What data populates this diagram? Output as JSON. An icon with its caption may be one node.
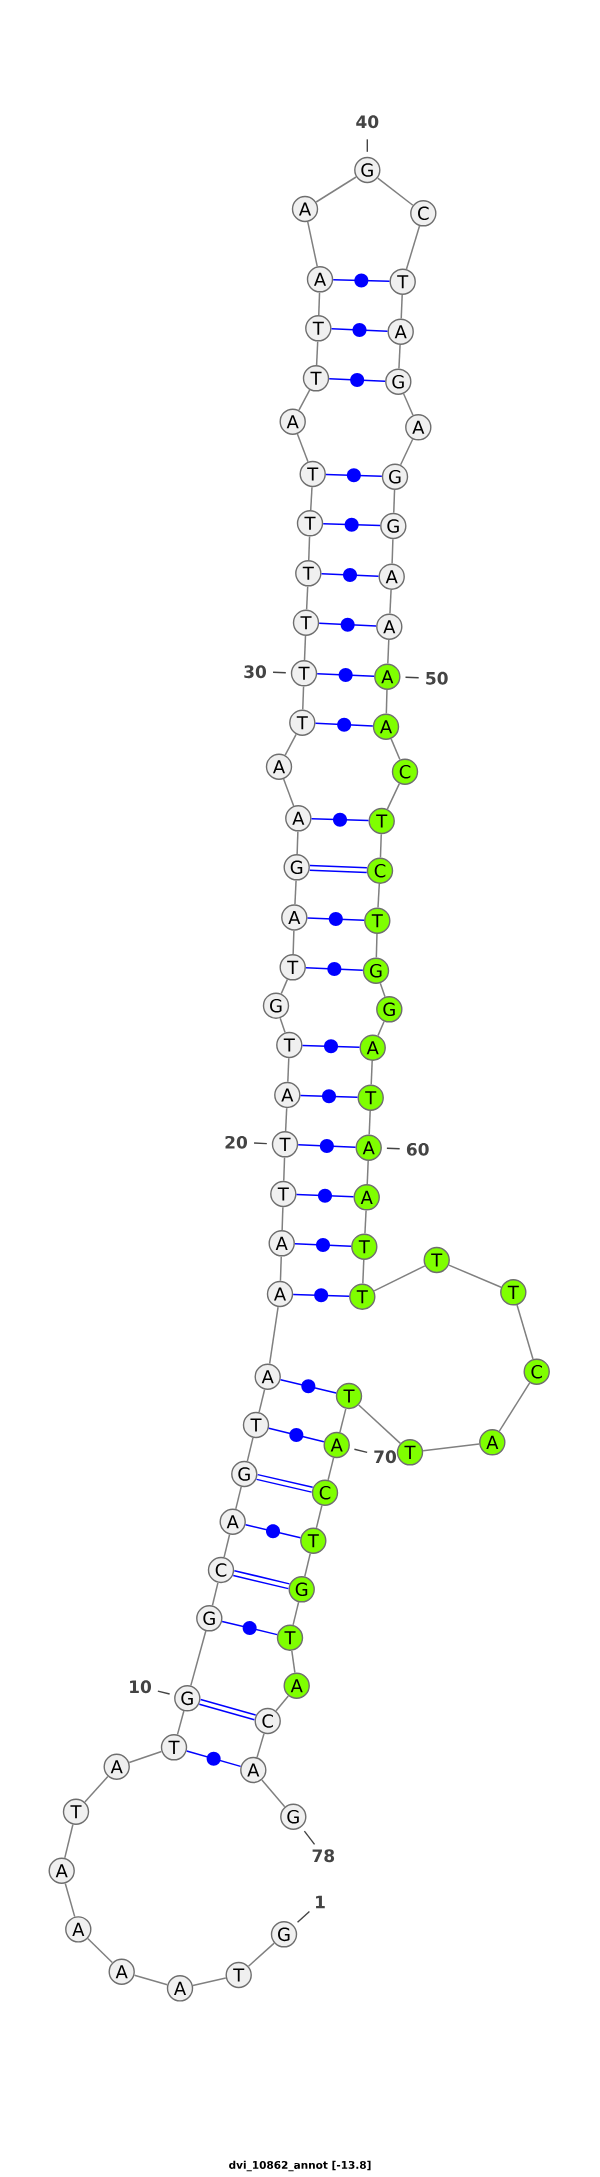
{
  "diagram": {
    "caption": "dvi_10862_annot [-13.8]",
    "nodes": [
      {
        "text": [
          "G"
        ]
      },
      {
        "text": [
          "T"
        ]
      },
      {
        "text": [
          "A"
        ]
      },
      {
        "text": [
          "A"
        ]
      },
      {
        "text": [
          "A"
        ]
      },
      {
        "text": [
          "A"
        ]
      },
      {
        "text": [
          "T"
        ]
      },
      {
        "text": [
          "A"
        ]
      },
      {
        "text": [
          "T"
        ]
      },
      {
        "text": [
          "G"
        ]
      },
      {
        "text": [
          "G"
        ]
      },
      {
        "text": [
          "C"
        ]
      },
      {
        "text": [
          "A"
        ]
      },
      {
        "text": [
          "G"
        ]
      },
      {
        "text": [
          "T"
        ]
      },
      {
        "text": [
          "A"
        ]
      },
      {
        "text": [
          "A"
        ]
      },
      {
        "text": [
          "A"
        ]
      },
      {
        "text": [
          "T"
        ]
      },
      {
        "text": [
          "T"
        ]
      },
      {
        "text": [
          "A"
        ]
      },
      {
        "text": [
          "T"
        ]
      },
      {
        "text": [
          "G"
        ]
      },
      {
        "text": [
          "T"
        ]
      },
      {
        "text": [
          "A"
        ]
      },
      {
        "text": [
          "G"
        ]
      },
      {
        "text": [
          "A"
        ]
      },
      {
        "text": [
          "A"
        ]
      },
      {
        "text": [
          "T"
        ]
      },
      {
        "text": [
          "T"
        ]
      },
      {
        "text": [
          "T"
        ]
      },
      {
        "text": [
          "T"
        ]
      },
      {
        "text": [
          "T"
        ]
      },
      {
        "text": [
          "T"
        ]
      },
      {
        "text": [
          "A"
        ]
      },
      {
        "text": [
          "T"
        ]
      },
      {
        "text": [
          "T"
        ]
      },
      {
        "text": [
          "A"
        ]
      },
      {
        "text": [
          "A"
        ]
      },
      {
        "text": [
          "G"
        ]
      },
      {
        "text": [
          "C"
        ]
      },
      {
        "text": [
          "T"
        ]
      },
      {
        "text": [
          "A"
        ]
      },
      {
        "text": [
          "G"
        ]
      },
      {
        "text": [
          "A"
        ]
      },
      {
        "text": [
          "G"
        ]
      },
      {
        "text": [
          "G"
        ]
      },
      {
        "text": [
          "A"
        ]
      },
      {
        "text": [
          "A"
        ]
      },
      {
        "text": [
          "A"
        ]
      },
      {
        "text": [
          "A"
        ]
      },
      {
        "text": [
          "C"
        ]
      },
      {
        "text": [
          "T"
        ]
      },
      {
        "text": [
          "C"
        ]
      },
      {
        "text": [
          "T"
        ]
      },
      {
        "text": [
          "G"
        ]
      },
      {
        "text": [
          "G"
        ]
      },
      {
        "text": [
          "A"
        ]
      },
      {
        "text": [
          "T"
        ]
      },
      {
        "text": [
          "A"
        ]
      },
      {
        "text": [
          "A"
        ]
      },
      {
        "text": [
          "T"
        ]
      },
      {
        "text": [
          "T"
        ]
      },
      {
        "text": [
          "T"
        ]
      },
      {
        "text": [
          "T"
        ]
      },
      {
        "text": [
          "C"
        ]
      },
      {
        "text": [
          "A"
        ]
      },
      {
        "text": [
          "T"
        ]
      },
      {
        "text": [
          "T"
        ]
      },
      {
        "text": [
          "A"
        ]
      },
      {
        "text": [
          "C"
        ]
      },
      {
        "text": [
          "T"
        ]
      },
      {
        "text": [
          "G"
        ]
      },
      {
        "text": [
          "T"
        ]
      },
      {
        "text": [
          "A"
        ]
      },
      {
        "text": [
          "C"
        ]
      },
      {
        "text": [
          "A"
        ]
      },
      {
        "text": [
          "G"
        ]
      },
      {
        "text": [
          "40"
        ]
      },
      {
        "text": [
          "30"
        ]
      },
      {
        "text": [
          "50"
        ]
      },
      {
        "text": [
          "20"
        ]
      },
      {
        "text": [
          "60"
        ]
      },
      {
        "text": [
          "70"
        ]
      },
      {
        "text": [
          "10"
        ]
      },
      {
        "text": [
          "78"
        ]
      },
      {
        "text": [
          "1"
        ]
      }
    ],
    "edges": [
      {
        "from": 0,
        "to": 1,
        "arrow": "none"
      },
      {
        "from": 1,
        "to": 2,
        "arrow": "none"
      },
      {
        "from": 2,
        "to": 3,
        "arrow": "none"
      },
      {
        "from": 3,
        "to": 4,
        "arrow": "none"
      },
      {
        "from": 4,
        "to": 5,
        "arrow": "none"
      },
      {
        "from": 5,
        "to": 6,
        "arrow": "none"
      },
      {
        "from": 6,
        "to": 7,
        "arrow": "none"
      },
      {
        "from": 7,
        "to": 8,
        "arrow": "none"
      },
      {
        "from": 8,
        "to": 9,
        "arrow": "none"
      },
      {
        "from": 9,
        "to": 10,
        "arrow": "none"
      },
      {
        "from": 10,
        "to": 11,
        "arrow": "none"
      },
      {
        "from": 11,
        "to": 12,
        "arrow": "none"
      },
      {
        "from": 12,
        "to": 13,
        "arrow": "none"
      },
      {
        "from": 13,
        "to": 14,
        "arrow": "none"
      },
      {
        "from": 14,
        "to": 15,
        "arrow": "none"
      },
      {
        "from": 15,
        "to": 16,
        "arrow": "none"
      },
      {
        "from": 16,
        "to": 17,
        "arrow": "none"
      },
      {
        "from": 17,
        "to": 18,
        "arrow": "none"
      },
      {
        "from": 18,
        "to": 19,
        "arrow": "none"
      },
      {
        "from": 19,
        "to": 20,
        "arrow": "none"
      },
      {
        "from": 20,
        "to": 21,
        "arrow": "none"
      },
      {
        "from": 21,
        "to": 22,
        "arrow": "none"
      },
      {
        "from": 22,
        "to": 23,
        "arrow": "none"
      },
      {
        "from": 23,
        "to": 24,
        "arrow": "none"
      },
      {
        "from": 24,
        "to": 25,
        "arrow": "none"
      },
      {
        "from": 25,
        "to": 26,
        "arrow": "none"
      },
      {
        "from": 26,
        "to": 27,
        "arrow": "none"
      },
      {
        "from": 27,
        "to": 28,
        "arrow": "none"
      },
      {
        "from": 28,
        "to": 29,
        "arrow": "none"
      },
      {
        "from": 29,
        "to": 30,
        "arrow": "none"
      },
      {
        "from": 30,
        "to": 31,
        "arrow": "none"
      },
      {
        "from": 31,
        "to": 32,
        "arrow": "none"
      },
      {
        "from": 32,
        "to": 33,
        "arrow": "none"
      },
      {
        "from": 33,
        "to": 34,
        "arrow": "none"
      },
      {
        "from": 34,
        "to": 35,
        "arrow": "none"
      },
      {
        "from": 35,
        "to": 36,
        "arrow": "none"
      },
      {
        "from": 36,
        "to": 37,
        "arrow": "none"
      },
      {
        "from": 37,
        "to": 38,
        "arrow": "none"
      },
      {
        "from": 38,
        "to": 39,
        "arrow": "none"
      },
      {
        "from": 39,
        "to": 40,
        "arrow": "none"
      },
      {
        "from": 40,
        "to": 41,
        "arrow": "none"
      },
      {
        "from": 41,
        "to": 42,
        "arrow": "none"
      },
      {
        "from": 42,
        "to": 43,
        "arrow": "none"
      },
      {
        "from": 43,
        "to": 44,
        "arrow": "none"
      },
      {
        "from": 44,
        "to": 45,
        "arrow": "none"
      },
      {
        "from": 45,
        "to": 46,
        "arrow": "none"
      },
      {
        "from": 46,
        "to": 47,
        "arrow": "none"
      },
      {
        "from": 47,
        "to": 48,
        "arrow": "none"
      },
      {
        "from": 48,
        "to": 49,
        "arrow": "none"
      },
      {
        "from": 49,
        "to": 50,
        "arrow": "none"
      },
      {
        "from": 50,
        "to": 51,
        "arrow": "none"
      },
      {
        "from": 51,
        "to": 52,
        "arrow": "none"
      },
      {
        "from": 52,
        "to": 53,
        "arrow": "none"
      },
      {
        "from": 53,
        "to": 54,
        "arrow": "none"
      },
      {
        "from": 54,
        "to": 55,
        "arrow": "none"
      },
      {
        "from": 55,
        "to": 56,
        "arrow": "none"
      },
      {
        "from": 56,
        "to": 57,
        "arrow": "none"
      },
      {
        "from": 57,
        "to": 58,
        "arrow": "none"
      },
      {
        "from": 58,
        "to": 59,
        "arrow": "none"
      },
      {
        "from": 59,
        "to": 60,
        "arrow": "none"
      },
      {
        "from": 60,
        "to": 61,
        "arrow": "none"
      },
      {
        "from": 61,
        "to": 62,
        "arrow": "none"
      },
      {
        "from": 62,
        "to": 63,
        "arrow": "none"
      },
      {
        "from": 63,
        "to": 64,
        "arrow": "none"
      },
      {
        "from": 64,
        "to": 65,
        "arrow": "none"
      },
      {
        "from": 65,
        "to": 66,
        "arrow": "none"
      },
      {
        "from": 66,
        "to": 67,
        "arrow": "none"
      },
      {
        "from": 67,
        "to": 68,
        "arrow": "none"
      },
      {
        "from": 68,
        "to": 69,
        "arrow": "none"
      },
      {
        "from": 69,
        "to": 70,
        "arrow": "none"
      },
      {
        "from": 70,
        "to": 71,
        "arrow": "none"
      },
      {
        "from": 71,
        "to": 72,
        "arrow": "none"
      },
      {
        "from": 72,
        "to": 73,
        "arrow": "none"
      },
      {
        "from": 73,
        "to": 74,
        "arrow": "none"
      },
      {
        "from": 74,
        "to": 75,
        "arrow": "none"
      },
      {
        "from": 75,
        "to": 76,
        "arrow": "none"
      },
      {
        "from": 76,
        "to": 77,
        "arrow": "none"
      },
      {
        "from": 8,
        "to": 76,
        "arrow": "none",
        "color": "#0000ff"
      },
      {
        "from": 9,
        "to": 75,
        "arrow": "none",
        "color": "#0000ff",
        "style": "thick"
      },
      {
        "from": 10,
        "to": 73,
        "arrow": "none",
        "color": "#0000ff"
      },
      {
        "from": 11,
        "to": 72,
        "arrow": "none",
        "color": "#0000ff",
        "style": "thick"
      },
      {
        "from": 12,
        "to": 71,
        "arrow": "none",
        "color": "#0000ff"
      },
      {
        "from": 13,
        "to": 70,
        "arrow": "none",
        "color": "#0000ff",
        "style": "thick"
      },
      {
        "from": 14,
        "to": 69,
        "arrow": "none",
        "color": "#0000ff"
      },
      {
        "from": 15,
        "to": 68,
        "arrow": "none",
        "color": "#0000ff"
      },
      {
        "from": 16,
        "to": 62,
        "arrow": "none",
        "color": "#0000ff"
      },
      {
        "from": 17,
        "to": 61,
        "arrow": "none",
        "color": "#0000ff"
      },
      {
        "from": 18,
        "to": 60,
        "arrow": "none",
        "color": "#0000ff"
      },
      {
        "from": 19,
        "to": 59,
        "arrow": "none",
        "color": "#0000ff"
      },
      {
        "from": 20,
        "to": 58,
        "arrow": "none",
        "color": "#0000ff"
      },
      {
        "from": 21,
        "to": 57,
        "arrow": "none",
        "color": "#0000ff"
      },
      {
        "from": 23,
        "to": 55,
        "arrow": "none",
        "color": "#0000ff"
      },
      {
        "from": 24,
        "to": 54,
        "arrow": "none",
        "color": "#0000ff"
      },
      {
        "from": 25,
        "to": 53,
        "arrow": "none",
        "color": "#0000ff",
        "style": "thick"
      },
      {
        "from": 26,
        "to": 52,
        "arrow": "none",
        "color": "#0000ff"
      },
      {
        "from": 28,
        "to": 50,
        "arrow": "none",
        "color": "#0000ff"
      },
      {
        "from": 29,
        "to": 49,
        "arrow": "none",
        "color": "#0000ff"
      },
      {
        "from": 30,
        "to": 48,
        "arrow": "none",
        "color": "#0000ff"
      },
      {
        "from": 31,
        "to": 47,
        "arrow": "none",
        "color": "#0000ff"
      },
      {
        "from": 32,
        "to": 46,
        "arrow": "none",
        "color": "#0000ff"
      },
      {
        "from": 33,
        "to": 45,
        "arrow": "none",
        "color": "#0000ff"
      },
      {
        "from": 35,
        "to": 43,
        "arrow": "none",
        "color": "#0000ff"
      },
      {
        "from": 36,
        "to": 42,
        "arrow": "none",
        "color": "#0000ff"
      },
      {
        "from": 37,
        "to": 41,
        "arrow": "none",
        "color": "#0000ff"
      },
      {
        "from": 78,
        "to": 39,
        "arrow": "none"
      },
      {
        "from": 79,
        "to": 29,
        "arrow": "none"
      },
      {
        "from": 80,
        "to": 49,
        "arrow": "none"
      },
      {
        "from": 81,
        "to": 19,
        "arrow": "none"
      },
      {
        "from": 82,
        "to": 59,
        "arrow": "none"
      },
      {
        "from": 83,
        "to": 69,
        "arrow": "none"
      },
      {
        "from": 84,
        "to": 9,
        "arrow": "none"
      },
      {
        "from": 85,
        "to": 77,
        "arrow": "none"
      },
      {
        "from": 86,
        "to": 0,
        "arrow": "none"
      }
    ]
  }
}
